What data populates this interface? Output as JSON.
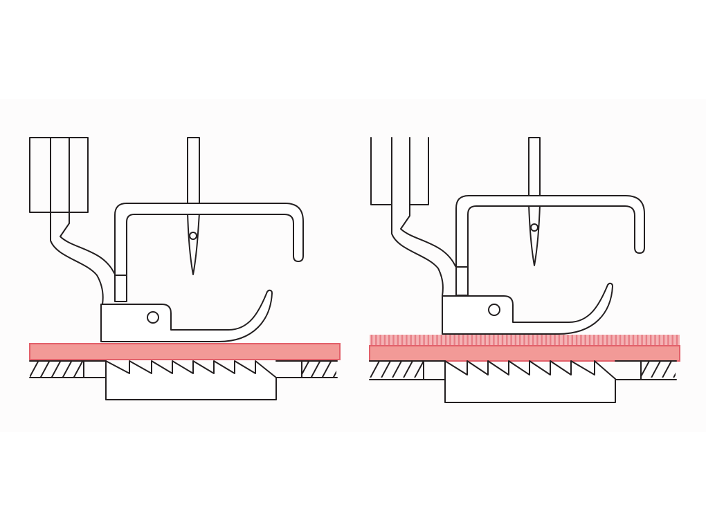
{
  "colors": {
    "background": "#ffffff",
    "band": "#fdfcfc",
    "line": "#231f20",
    "fabric_fill": "#f29a97",
    "fabric_stroke": "#e2606a",
    "pile": "#e77e86"
  },
  "panels": [
    {
      "id": "left",
      "fabric": "flat"
    },
    {
      "id": "right",
      "fabric": "pile"
    }
  ]
}
